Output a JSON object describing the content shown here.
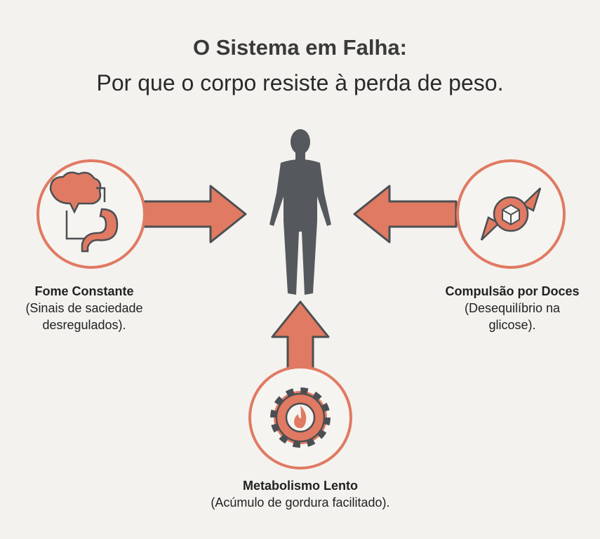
{
  "title": "O Sistema em Falha:",
  "subtitle": "Por que o corpo resiste à perda de peso.",
  "colors": {
    "accent": "#e07a62",
    "dark": "#4b4f53",
    "background": "#f3f2ee"
  },
  "items": [
    {
      "icon": "brain-stomach-icon",
      "title": "Fome Constante",
      "line1": "(Sinais de saciedade",
      "line2": "desregulados)."
    },
    {
      "icon": "candy-icon",
      "title": "Compulsão por Doces",
      "line1": "(Desequilíbrio na",
      "line2": "glicose)."
    },
    {
      "icon": "gear-flame-icon",
      "title": "Metabolismo Lento",
      "line1": "(Acúmulo de gordura facilitado).",
      "line2": ""
    }
  ]
}
